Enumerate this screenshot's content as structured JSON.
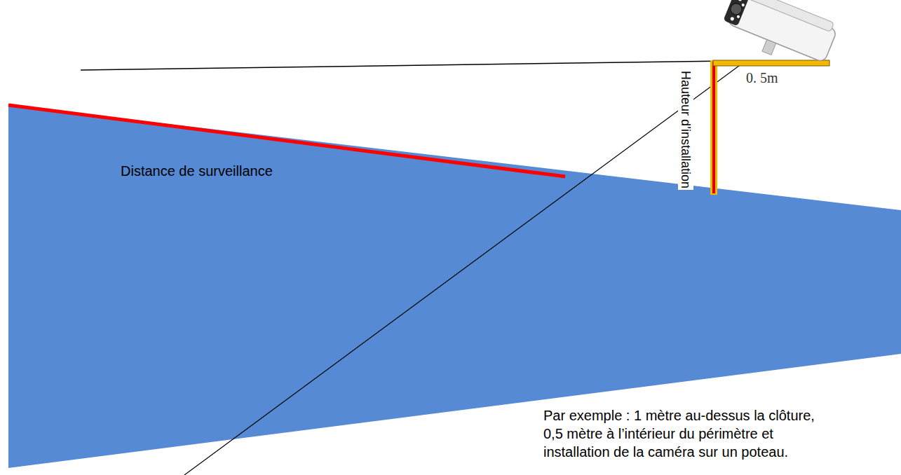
{
  "diagram": {
    "labels": [
      "Distance de surveillance",
      "Hauteur d’installation",
      "0. 5m",
      "Par exemple : 1 mètre au-dessus la clôture, 0,5 mètre à l’intérieur du périmètre et installation de la caméra sur un poteau."
    ]
  }
}
